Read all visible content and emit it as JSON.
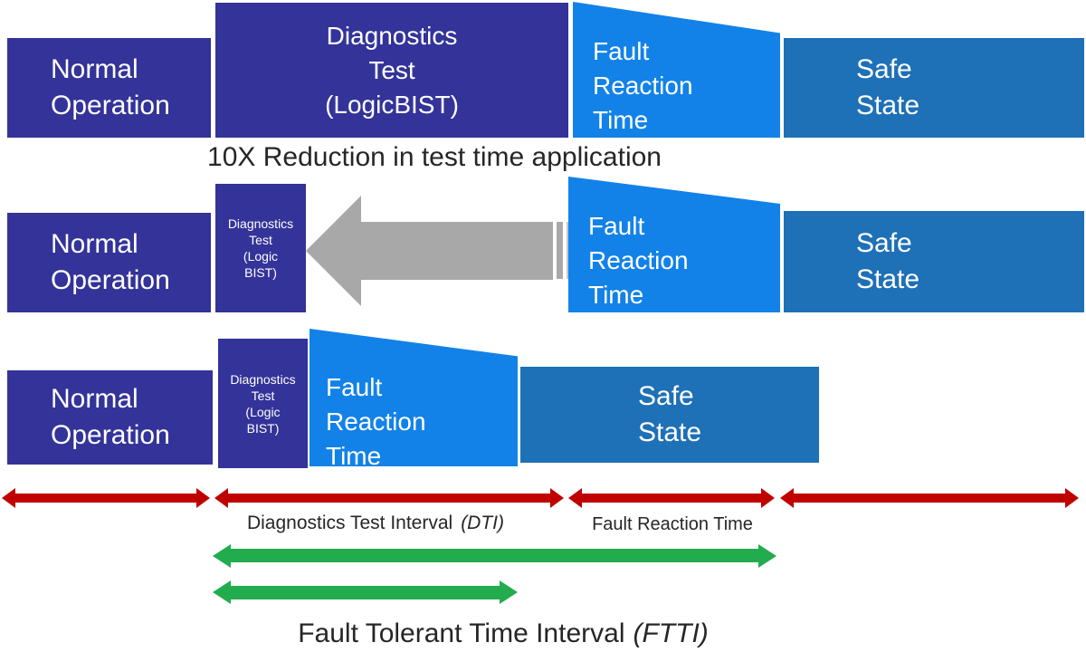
{
  "title": "Fault Tolerant Time Interval (FTTI) timing diagram",
  "colors": {
    "dark_blue": "#333399",
    "bright_blue": "#1282E8",
    "safe_blue": "#1E70B7",
    "red": "#C00000",
    "green": "#22AC4E",
    "gray": "#A8A8A8",
    "gray_light": "#C6C6C6",
    "text_dark": "#262626",
    "white": "#FFFFFF"
  },
  "labels": {
    "normal_operation": [
      "Normal",
      "Operation"
    ],
    "diagnostics_test_large": [
      "Diagnostics",
      "Test",
      "(LogicBIST)"
    ],
    "diagnostics_test_small": [
      "Diagnostics",
      "Test",
      "(Logic",
      "BIST)"
    ],
    "fault_reaction_time": [
      "Fault",
      "Reaction",
      "Time"
    ],
    "safe_state": [
      "Safe",
      "State"
    ]
  },
  "captions": {
    "reduction": "10X Reduction in test time application",
    "dti_label": "Diagnostics Test Interval",
    "dti_abbr": "(DTI)",
    "frt_label": "Fault Reaction Time",
    "ftti_label": "Fault Tolerant Time Interval",
    "ftti_abbr": "(FTTI)"
  }
}
